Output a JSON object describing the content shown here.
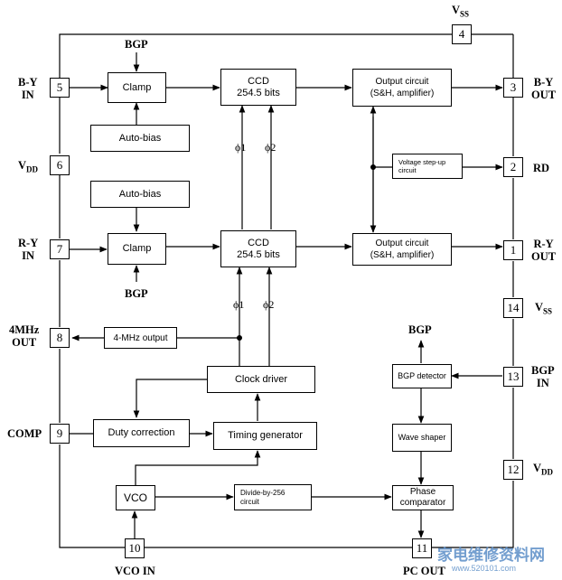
{
  "pins": {
    "p1": "1",
    "p2": "2",
    "p3": "3",
    "p4": "4",
    "p5": "5",
    "p6": "6",
    "p7": "7",
    "p8": "8",
    "p9": "9",
    "p10": "10",
    "p11": "11",
    "p12": "12",
    "p13": "13",
    "p14": "14"
  },
  "pin_labels": {
    "vss_top": "V",
    "vss_top_sub": "SS",
    "by_in_1": "B-Y",
    "by_in_2": "IN",
    "vdd_left": "V",
    "vdd_left_sub": "DD",
    "ry_in_1": "R-Y",
    "ry_in_2": "IN",
    "fourmhz_1": "4MHz",
    "fourmhz_2": "OUT",
    "comp": "COMP",
    "vco_in": "VCO IN",
    "pc_out": "PC OUT",
    "by_out_1": "B-Y",
    "by_out_2": "OUT",
    "rd": "RD",
    "ry_out_1": "R-Y",
    "ry_out_2": "OUT",
    "vss_right": "V",
    "vss_right_sub": "SS",
    "bgp_in_1": "BGP",
    "bgp_in_2": "IN",
    "vdd_right": "V",
    "vdd_right_sub": "DD"
  },
  "blocks": {
    "clamp_top": "Clamp",
    "autobias_top": "Auto-bias",
    "ccd_top_1": "CCD",
    "ccd_top_2": "254.5 bits",
    "output_top_1": "Output circuit",
    "output_top_2": "(S&H, amplifier)",
    "voltage_stepup_1": "Voltage step-up",
    "voltage_stepup_2": "circuit",
    "autobias_mid": "Auto-bias",
    "clamp_mid": "Clamp",
    "ccd_mid_1": "CCD",
    "ccd_mid_2": "254.5 bits",
    "output_mid_1": "Output circuit",
    "output_mid_2": "(S&H, amplifier)",
    "fourmhz_output": "4-MHz output",
    "clock_driver": "Clock driver",
    "duty_correction": "Duty correction",
    "timing_generator": "Timing generator",
    "vco": "VCO",
    "divide_1": "Divide-by-256",
    "divide_2": "circuit",
    "phase_1": "Phase",
    "phase_2": "comparator",
    "bgp_detector": "BGP detector",
    "wave_shaper": "Wave shaper"
  },
  "signals": {
    "bgp_top": "BGP",
    "bgp_mid": "BGP",
    "bgp_out": "BGP",
    "phi1_top": "ϕ1",
    "phi2_top": "ϕ2",
    "phi1_mid": "ϕ1",
    "phi2_mid": "ϕ2"
  },
  "watermark": {
    "title": "家电维修资料网",
    "url": "www.520101.com"
  }
}
